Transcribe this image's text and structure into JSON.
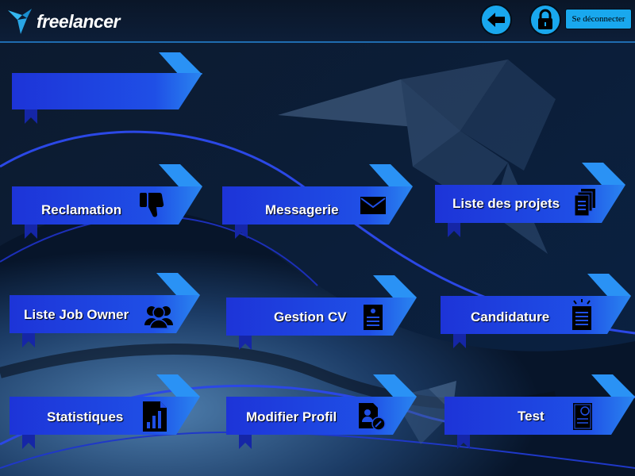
{
  "app": {
    "logo_text": "freelancer"
  },
  "header": {
    "logout_label": "Se déconnecter"
  },
  "colors": {
    "ribbon": "#1d34d8",
    "ribbon_light": "#2a86f0",
    "accent": "#19a8ee"
  },
  "menu": [
    {
      "label": "Reclamation",
      "icon": "thumbs-down-icon"
    },
    {
      "label": "Messagerie",
      "icon": "envelope-icon"
    },
    {
      "label": "Liste des projets",
      "icon": "documents-icon"
    },
    {
      "label": "Liste Job Owner",
      "icon": "users-group-icon"
    },
    {
      "label": "Gestion CV",
      "icon": "cv-document-icon"
    },
    {
      "label": "Candidature",
      "icon": "document-alert-icon"
    },
    {
      "label": "Statistiques",
      "icon": "bar-chart-icon"
    },
    {
      "label": "Modifier Profil",
      "icon": "profile-edit-icon"
    },
    {
      "label": "Test",
      "icon": "certificate-icon"
    }
  ]
}
